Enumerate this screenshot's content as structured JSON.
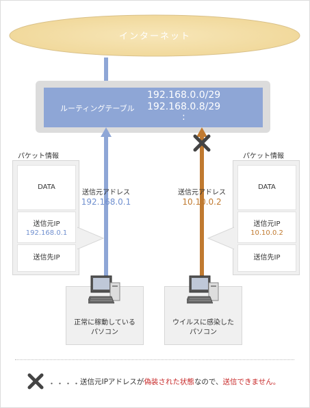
{
  "cloud": {
    "label": "インターネット"
  },
  "router": {
    "label": "ルーティングテーブル",
    "routes": [
      "192.168.0.0/29",
      "192.168.0.8/29",
      ":"
    ]
  },
  "left_packet": {
    "title": "パケット情報",
    "data_label": "DATA",
    "src_label": "送信元IP",
    "src_value": "192.168.0.1",
    "dst_label": "送信先IP"
  },
  "right_packet": {
    "title": "パケット情報",
    "data_label": "DATA",
    "src_label": "送信元IP",
    "src_value": "10.10.0.2",
    "dst_label": "送信先IP"
  },
  "left_arrow": {
    "label": "送信元アドレス",
    "value": "192.168.0.1",
    "color": "#8ea6d6"
  },
  "right_arrow": {
    "label": "送信元アドレス",
    "value": "10.10.0.2",
    "color": "#c07a30"
  },
  "left_pc": {
    "line1": "正常に稼動している",
    "line2": "パソコン"
  },
  "right_pc": {
    "line1": "ウイルスに感染した",
    "line2": "パソコン"
  },
  "legend": {
    "dots": "・・・・",
    "text_part1": "送信元IPアドレスが",
    "text_part2": "偽装された状態",
    "text_part3": "なので、",
    "text_part4": "送信できません。"
  },
  "colors": {
    "blue": "#8ea6d6",
    "orange": "#c07a30",
    "red": "#c72828",
    "cloud": "#f5e3b3"
  }
}
